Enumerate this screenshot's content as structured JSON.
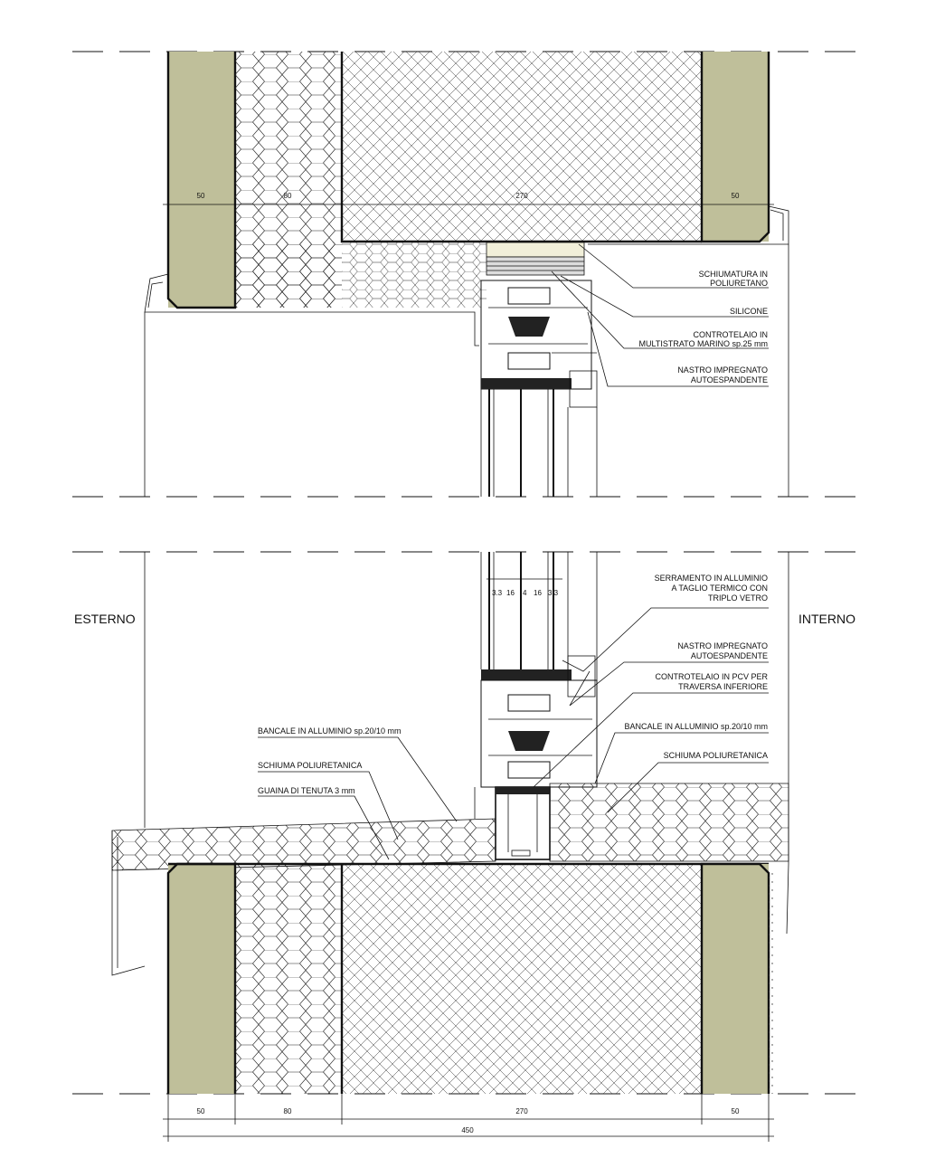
{
  "sides": {
    "exterior": "ESTERNO",
    "interior": "INTERNO"
  },
  "top_section": {
    "dims": [
      "50",
      "80",
      "270",
      "50"
    ],
    "labels": [
      {
        "lines": [
          "SCHIUMATURA IN",
          "POLIURETANO"
        ]
      },
      {
        "lines": [
          "SILICONE"
        ]
      },
      {
        "lines": [
          "CONTROTELAIO IN",
          "MULTISTRATO MARINO sp.25 mm"
        ]
      },
      {
        "lines": [
          "NASTRO IMPREGNATO",
          "AUTOESPANDENTE"
        ]
      }
    ]
  },
  "bottom_section": {
    "glass_dims": [
      "3.3",
      "16",
      "4",
      "16",
      "3.3"
    ],
    "labels_right": [
      {
        "lines": [
          "SERRAMENTO IN ALLUMINIO",
          "A TAGLIO TERMICO CON",
          "TRIPLO VETRO"
        ]
      },
      {
        "lines": [
          "NASTRO IMPREGNATO",
          "AUTOESPANDENTE"
        ]
      },
      {
        "lines": [
          "CONTROTELAIO IN PCV PER",
          "TRAVERSA INFERIORE"
        ]
      },
      {
        "lines": [
          "BANCALE IN ALLUMINIO sp.20/10 mm"
        ]
      },
      {
        "lines": [
          "SCHIUMA POLIURETANICA"
        ]
      }
    ],
    "labels_left": [
      {
        "lines": [
          "BANCALE IN ALLUMINIO sp.20/10 mm"
        ]
      },
      {
        "lines": [
          "SCHIUMA POLIURETANICA"
        ]
      },
      {
        "lines": [
          "GUAINA DI TENUTA 3 mm"
        ]
      }
    ],
    "dims": [
      "50",
      "80",
      "270",
      "50"
    ],
    "total_dim": "450"
  },
  "colors": {
    "masonry": "#bfbf9a",
    "line": "#111111",
    "background": "#ffffff"
  }
}
